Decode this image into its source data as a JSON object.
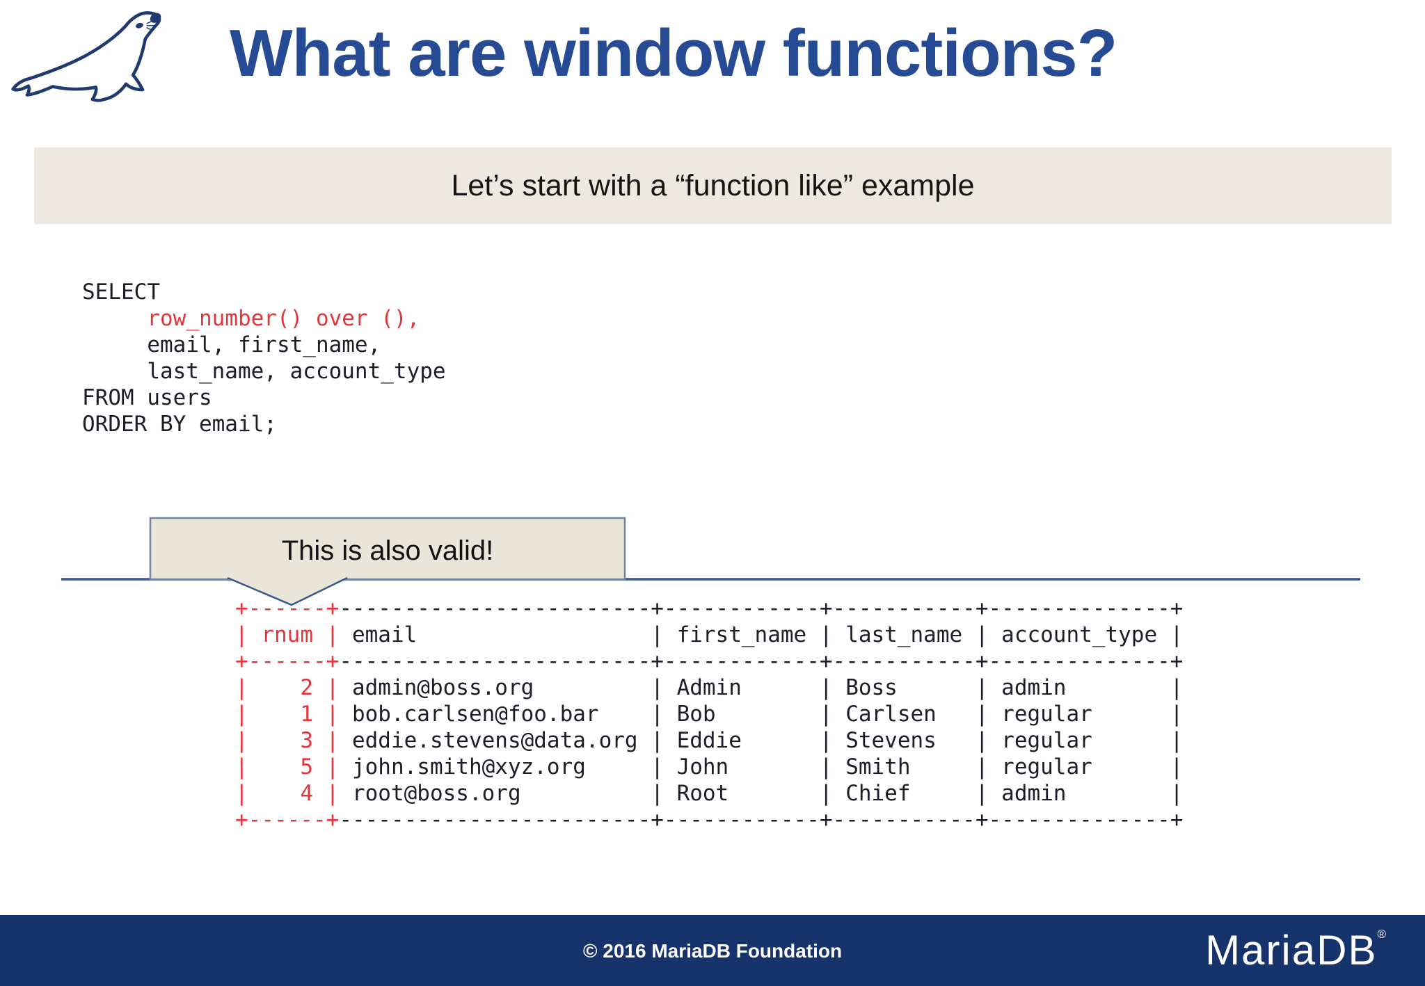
{
  "slide": {
    "title": "What are window functions?",
    "banner": "Let’s start with a “function like” example",
    "callout": "This is also valid!",
    "footer": {
      "copyright": "© 2016 MariaDB Foundation",
      "brand": "MariaDB",
      "brand_mark": "®"
    }
  },
  "icons": {
    "logo": "mariadb-seal-icon"
  },
  "colors": {
    "title_navy": "#264a94",
    "code_ink": "#1d1d28",
    "highlight_red": "#e5353c",
    "banner_bg": "#ede9e0",
    "callout_bg": "#e9e5d8",
    "callout_border": "#7186a3",
    "divider_navy": "#35578b",
    "footer_bg": "#17336b",
    "footer_text": "#ffffff",
    "seal_navy": "#1e3a6e"
  },
  "sql": {
    "lines": [
      [
        {
          "t": "SELECT",
          "c": "k"
        }
      ],
      [
        {
          "t": "     ",
          "c": "k"
        },
        {
          "t": "row_number() over (),",
          "c": "r"
        }
      ],
      [
        {
          "t": "     email, first_name,",
          "c": "k"
        }
      ],
      [
        {
          "t": "     last_name, account_type",
          "c": "k"
        }
      ],
      [
        {
          "t": "FROM users",
          "c": "k"
        }
      ],
      [
        {
          "t": "ORDER BY email;",
          "c": "k"
        }
      ]
    ]
  },
  "result_table": {
    "columns": [
      {
        "header": "rnum",
        "width": 6,
        "align": "right",
        "highlight": true
      },
      {
        "header": "email",
        "width": 24,
        "align": "left",
        "highlight": false
      },
      {
        "header": "first_name",
        "width": 12,
        "align": "left",
        "highlight": false
      },
      {
        "header": "last_name",
        "width": 11,
        "align": "left",
        "highlight": false
      },
      {
        "header": "account_type",
        "width": 14,
        "align": "left",
        "highlight": false
      }
    ],
    "rows": [
      [
        "2",
        "admin@boss.org",
        "Admin",
        "Boss",
        "admin"
      ],
      [
        "1",
        "bob.carlsen@foo.bar",
        "Bob",
        "Carlsen",
        "regular"
      ],
      [
        "3",
        "eddie.stevens@data.org",
        "Eddie",
        "Stevens",
        "regular"
      ],
      [
        "5",
        "john.smith@xyz.org",
        "John",
        "Smith",
        "regular"
      ],
      [
        "4",
        "root@boss.org",
        "Root",
        "Chief",
        "admin"
      ]
    ],
    "red_prefix_chars": 8
  }
}
